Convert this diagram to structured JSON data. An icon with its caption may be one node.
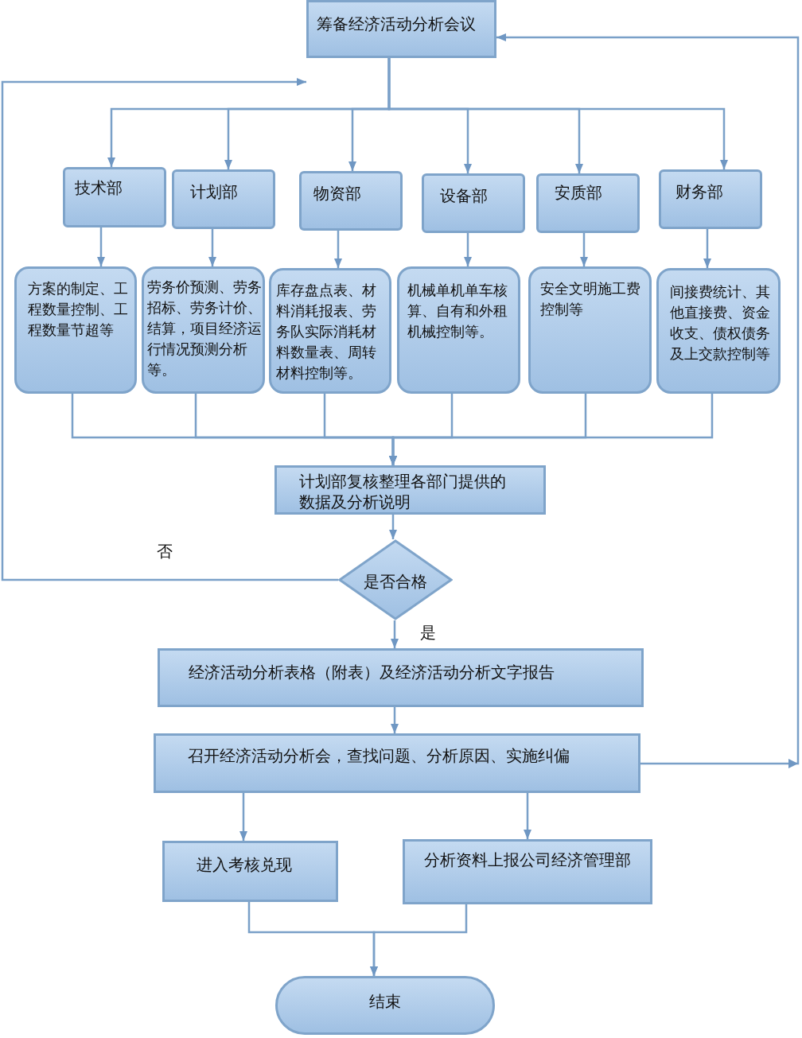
{
  "diagram": {
    "nodes": [
      {
        "text": [
          "筹备经济活动分析会议"
        ]
      },
      {
        "text": [
          "技术部"
        ]
      },
      {
        "text": [
          "计划部"
        ]
      },
      {
        "text": [
          "物资部"
        ]
      },
      {
        "text": [
          "设备部"
        ]
      },
      {
        "text": [
          "安质部"
        ]
      },
      {
        "text": [
          "财务部"
        ]
      },
      {
        "text": [
          "方案的制定、工程数量控制、工程数量节超等"
        ]
      },
      {
        "text": [
          "劳务价预测、劳务招标、劳务计价、结算，项目经济运行情况预测分析等。"
        ]
      },
      {
        "text": [
          "库存盘点表、材料消耗报表、劳务队实际消耗材料数量表、周转材料控制等。"
        ]
      },
      {
        "text": [
          "机械单机单车核算、自有和外租机械控制等。"
        ]
      },
      {
        "text": [
          "安全文明施工费控制等"
        ]
      },
      {
        "text": [
          "间接费统计、其他直接费、资金收支、债权债务及上交款控制等"
        ]
      },
      {
        "text": [
          "计划部复核整理各部门提供的数据及分析说明"
        ]
      },
      {
        "text": [
          "是否合格"
        ]
      },
      {
        "text": [
          "经济活动分析表格（附表）及经济活动分析文字报告"
        ]
      },
      {
        "text": [
          "召开经济活动分析会，查找问题、分析原因、实施纠偏"
        ]
      },
      {
        "text": [
          "进入考核兑现"
        ]
      },
      {
        "text": [
          "分析资料上报公司经济管理部"
        ]
      },
      {
        "text": [
          "结束"
        ]
      }
    ],
    "edges": [
      {
        "from": 0,
        "to": 1,
        "arrow": "to"
      },
      {
        "from": 0,
        "to": 2,
        "arrow": "to"
      },
      {
        "from": 0,
        "to": 3,
        "arrow": "to"
      },
      {
        "from": 0,
        "to": 4,
        "arrow": "to"
      },
      {
        "from": 0,
        "to": 5,
        "arrow": "to"
      },
      {
        "from": 0,
        "to": 6,
        "arrow": "to"
      },
      {
        "from": 1,
        "to": 7,
        "arrow": "to"
      },
      {
        "from": 2,
        "to": 8,
        "arrow": "to"
      },
      {
        "from": 3,
        "to": 9,
        "arrow": "to"
      },
      {
        "from": 4,
        "to": 10,
        "arrow": "to"
      },
      {
        "from": 5,
        "to": 11,
        "arrow": "to"
      },
      {
        "from": 6,
        "to": 12,
        "arrow": "to"
      },
      {
        "from": 7,
        "to": 13,
        "arrow": "to"
      },
      {
        "from": 8,
        "to": 13,
        "arrow": "to"
      },
      {
        "from": 9,
        "to": 13,
        "arrow": "to"
      },
      {
        "from": 10,
        "to": 13,
        "arrow": "to"
      },
      {
        "from": 11,
        "to": 13,
        "arrow": "to"
      },
      {
        "from": 12,
        "to": 13,
        "arrow": "to"
      },
      {
        "from": 13,
        "to": 14,
        "arrow": "to"
      },
      {
        "from": 14,
        "to": 0,
        "arrow": "to",
        "label": "否"
      },
      {
        "from": 14,
        "to": 15,
        "arrow": "to",
        "label": "是"
      },
      {
        "from": 15,
        "to": 16,
        "arrow": "to"
      },
      {
        "from": 16,
        "to": 0,
        "arrow": "to"
      },
      {
        "from": 16,
        "to": 17,
        "arrow": "to"
      },
      {
        "from": 16,
        "to": 18,
        "arrow": "to"
      },
      {
        "from": 17,
        "to": 19,
        "arrow": "to"
      },
      {
        "from": 18,
        "to": 19,
        "arrow": "to"
      }
    ]
  }
}
